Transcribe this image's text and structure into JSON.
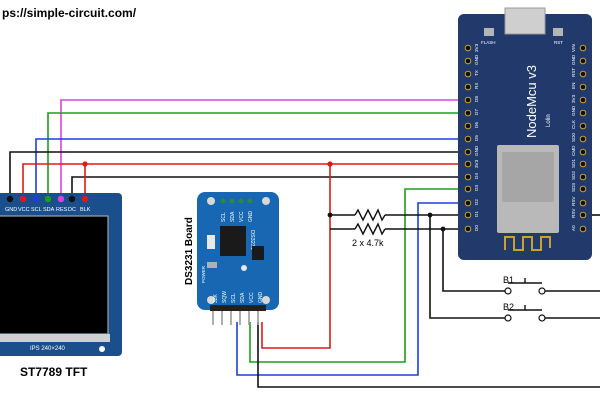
{
  "header": {
    "url": "ps://simple-circuit.com/"
  },
  "tft": {
    "title": "ST7789 TFT",
    "pin_labels": [
      "GND",
      "VCC",
      "SCL",
      "SDA",
      "RES",
      "DC",
      "BLK"
    ],
    "bottom_text": "IPS 240×240"
  },
  "rtc": {
    "title": "DS3231 Board",
    "chip_label": "DS3231",
    "top_pins": [
      "SCL",
      "SDA",
      "VCC",
      "GND"
    ],
    "bottom_pins": [
      "32K",
      "SQW",
      "SCL",
      "SDA",
      "VCC",
      "GND"
    ],
    "power_label": "POWER"
  },
  "resistors": {
    "label": "2 x 4.7k"
  },
  "buttons": {
    "b1": "B1",
    "b2": "B2"
  },
  "mcu": {
    "title": "NodeMcu v3",
    "subtitle": "Lolin",
    "flash_label": "FLASH",
    "rst_label": "RST",
    "left_pins": [
      "A0",
      "RSV",
      "RSV",
      "SD3",
      "SD2",
      "SD1",
      "CMD",
      "SD0",
      "CLK",
      "GND",
      "3V3",
      "EN",
      "RST",
      "GND",
      "VIN"
    ],
    "right_pins": [
      "D0",
      "D1",
      "D2",
      "D3",
      "D4",
      "3V3",
      "GND",
      "D5",
      "D6",
      "D7",
      "D8",
      "RX",
      "TX",
      "GND",
      "3V3"
    ]
  },
  "wire_colors": {
    "magenta": "#e040e0",
    "green": "#1c9e1c",
    "blue": "#1f3de0",
    "black": "#111111",
    "red": "#e01818",
    "board_blue": "#1b4f8c",
    "mcu_blue": "#213a6b"
  }
}
